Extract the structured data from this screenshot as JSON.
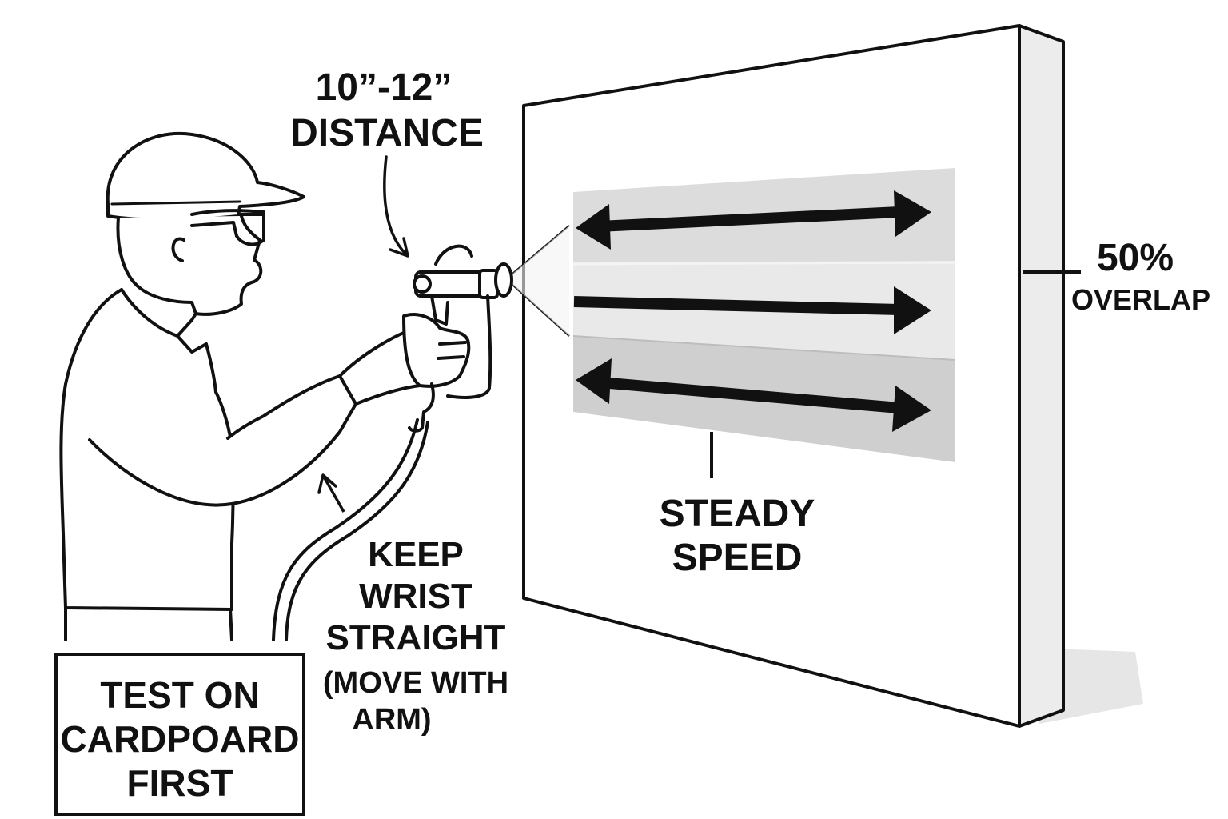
{
  "labels": {
    "distance_line1": "10”-12”",
    "distance_line2": "DISTANCE",
    "overlap_line1": "50%",
    "overlap_line2": "OVERLAP",
    "speed_line1": "STEADY",
    "speed_line2": "SPEED",
    "wrist_line1": "KEEP",
    "wrist_line2": "WRIST",
    "wrist_line3": "STRAIGHT",
    "wrist_line4": "(MOVE WITH",
    "wrist_line5": "ARM)",
    "test_line1": "TEST ON",
    "test_line2": "CARDPOARD",
    "test_line3": "FIRST"
  },
  "stroke_bands": [
    {
      "direction": "both"
    },
    {
      "direction": "right"
    },
    {
      "direction": "both"
    }
  ],
  "colors": {
    "ink": "#111111",
    "band_light": "#dcdcdc",
    "band_mid": "#e8e8e8",
    "band_dark": "#cfcfcf",
    "wall_edge": "#ebebeb"
  }
}
